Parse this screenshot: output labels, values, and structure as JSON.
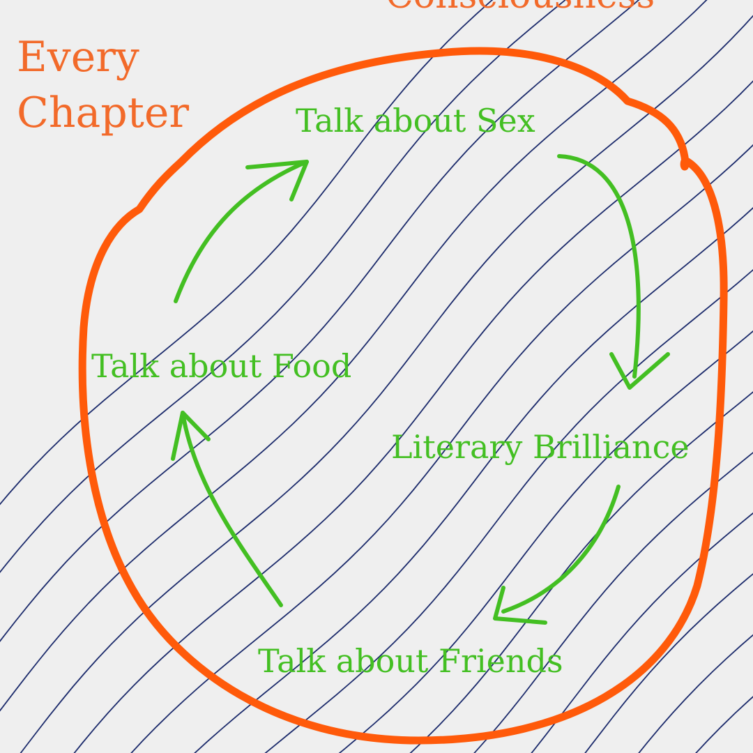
{
  "diagram": {
    "title_top": "Consciousness",
    "title_every": "Every",
    "title_chapter": "Chapter",
    "steps": [
      "Talk about Sex",
      "Literary Brilliance",
      "Talk about Friends",
      "Talk about Food"
    ]
  },
  "colors": {
    "background": "#efefef",
    "stream_lines": "#1b2a6b",
    "circle": "#ff5a0a",
    "title_text": "#f26a2a",
    "cycle": "#43bf22"
  }
}
